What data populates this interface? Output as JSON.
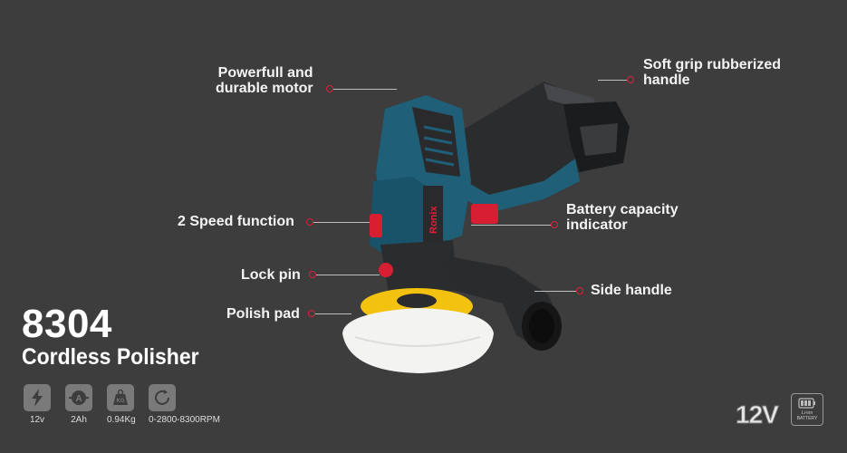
{
  "callouts": {
    "motor": [
      "Powerfull and",
      "durable motor"
    ],
    "handle": [
      "Soft grip rubberized",
      "handle"
    ],
    "speed": "2 Speed function",
    "battery_indicator": [
      "Battery capacity",
      "indicator"
    ],
    "lock_pin": "Lock pin",
    "side_handle": "Side handle",
    "polish_pad": "Polish pad"
  },
  "product": {
    "model": "8304",
    "name": "Cordless Polisher",
    "brand_on_tool": "Ronix"
  },
  "specs": [
    {
      "icon": "lightning-bolt-icon",
      "label": "12v"
    },
    {
      "icon": "amp-hour-icon",
      "label": "2Ah"
    },
    {
      "icon": "weight-kg-icon",
      "label": "0.94Kg"
    },
    {
      "icon": "rpm-speed-icon",
      "label": "0-2800-8300RPM"
    }
  ],
  "badges": {
    "voltage": "12V",
    "battery_line1": "Li-ion",
    "battery_line2": "BATTERY"
  },
  "colors": {
    "background": "#3d3d3e",
    "accent_red": "#e01f3a",
    "tool_teal": "#1f5f78",
    "pad_yellow": "#f2c20f"
  }
}
